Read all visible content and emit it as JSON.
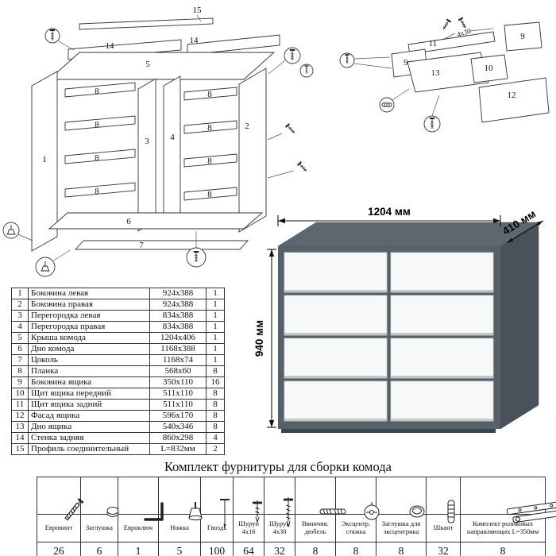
{
  "dresser": {
    "width_label": "1204 мм",
    "depth_label": "410 мм",
    "height_label": "940 мм"
  },
  "parts_table": {
    "rows": [
      {
        "n": "1",
        "name": "Боковина левая",
        "size": "924x388",
        "qty": "1"
      },
      {
        "n": "2",
        "name": "Боковина правая",
        "size": "924x388",
        "qty": "1"
      },
      {
        "n": "3",
        "name": "Перегородка левая",
        "size": "834x388",
        "qty": "1"
      },
      {
        "n": "4",
        "name": "Перегородка правая",
        "size": "834x388",
        "qty": "1"
      },
      {
        "n": "5",
        "name": "Крыша комода",
        "size": "1204x406",
        "qty": "1"
      },
      {
        "n": "6",
        "name": "Дно комода",
        "size": "1168x388",
        "qty": "1"
      },
      {
        "n": "7",
        "name": "Цоколь",
        "size": "1168x74",
        "qty": "1"
      },
      {
        "n": "8",
        "name": "Планка",
        "size": "568x60",
        "qty": "8"
      },
      {
        "n": "9",
        "name": "Боковина ящика",
        "size": "350x110",
        "qty": "16"
      },
      {
        "n": "10",
        "name": "Щит ящика передний",
        "size": "511x110",
        "qty": "8"
      },
      {
        "n": "11",
        "name": "Щит ящика задний",
        "size": "511x110",
        "qty": "8"
      },
      {
        "n": "12",
        "name": "Фасад ящика",
        "size": "596x170",
        "qty": "8"
      },
      {
        "n": "13",
        "name": "Дно ящика",
        "size": "540x346",
        "qty": "8"
      },
      {
        "n": "14",
        "name": "Стенка задняя",
        "size": "860x298",
        "qty": "4"
      },
      {
        "n": "15",
        "name": "Профиль соединительный",
        "size": "L=832мм",
        "qty": "2"
      }
    ]
  },
  "hardware": {
    "title": "Комплект фурнитуры для сборки комода",
    "items": [
      {
        "name": "Евровинт",
        "qty": "26",
        "icon": "euroscrew-icon"
      },
      {
        "name": "Заглушка",
        "qty": "6",
        "icon": "plug-cap-icon"
      },
      {
        "name": "Евроключ",
        "qty": "1",
        "icon": "hexkey-icon"
      },
      {
        "name": "Ножка",
        "qty": "5",
        "icon": "foot-icon"
      },
      {
        "name": "Гвоздь",
        "qty": "100",
        "icon": "nail-icon"
      },
      {
        "name": "Шуруп 4x16",
        "qty": "64",
        "icon": "screw-4x16-icon"
      },
      {
        "name": "Шуруп 4x30",
        "qty": "32",
        "icon": "screw-4x30-icon"
      },
      {
        "name": "Ввинчив. дюбель",
        "qty": "8",
        "icon": "dowel-screw-icon"
      },
      {
        "name": "Эксцентр. стяжка",
        "qty": "8",
        "icon": "cam-lock-icon"
      },
      {
        "name": "Заглушка для эксцентрика",
        "qty": "8",
        "icon": "cam-cap-icon"
      },
      {
        "name": "Шкант",
        "qty": "32",
        "icon": "wood-dowel-icon"
      },
      {
        "name": "Комплект роликовых направляющих L=350мм",
        "qty": "8",
        "icon": "roller-guides-icon"
      }
    ]
  },
  "diagram_main": {
    "part_labels": {
      "p1": "1",
      "p2": "2",
      "p3": "3",
      "p4": "4",
      "p5": "5",
      "p6": "6",
      "p7": "7",
      "p8": "8",
      "p14": "14",
      "p15": "15"
    }
  },
  "diagram_drawer": {
    "part_labels": {
      "p9": "9",
      "p10": "10",
      "p11": "11",
      "p12": "12",
      "p13": "13"
    },
    "screw_note": "4x30"
  }
}
